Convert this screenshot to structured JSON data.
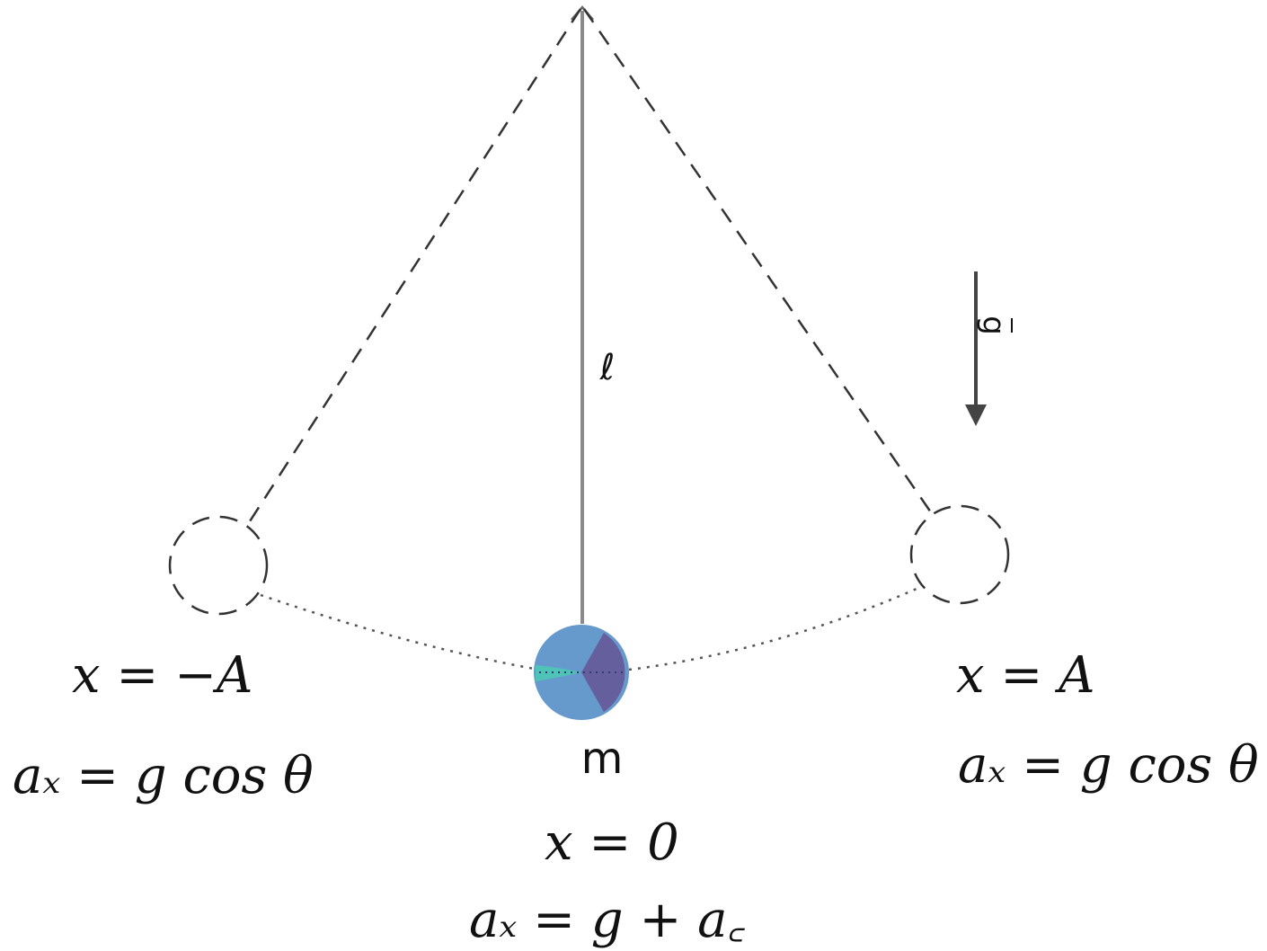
{
  "labels": {
    "length": "ℓ",
    "mass": "m",
    "gravity": "g"
  },
  "positions": {
    "left": {
      "x": "x = −A",
      "ax": "aₓ = g cos θ"
    },
    "center": {
      "x": "x = 0",
      "ax": "aₓ = g + a꜀"
    },
    "right": {
      "x": "x = A",
      "ax": "aₓ = g cos θ"
    }
  },
  "colors": {
    "string": "#8a8a8a",
    "dashed": "#333333",
    "bob_main": "#6699cc",
    "bob_dark": "#665f9e",
    "bob_accent": "#4fc3b8"
  }
}
